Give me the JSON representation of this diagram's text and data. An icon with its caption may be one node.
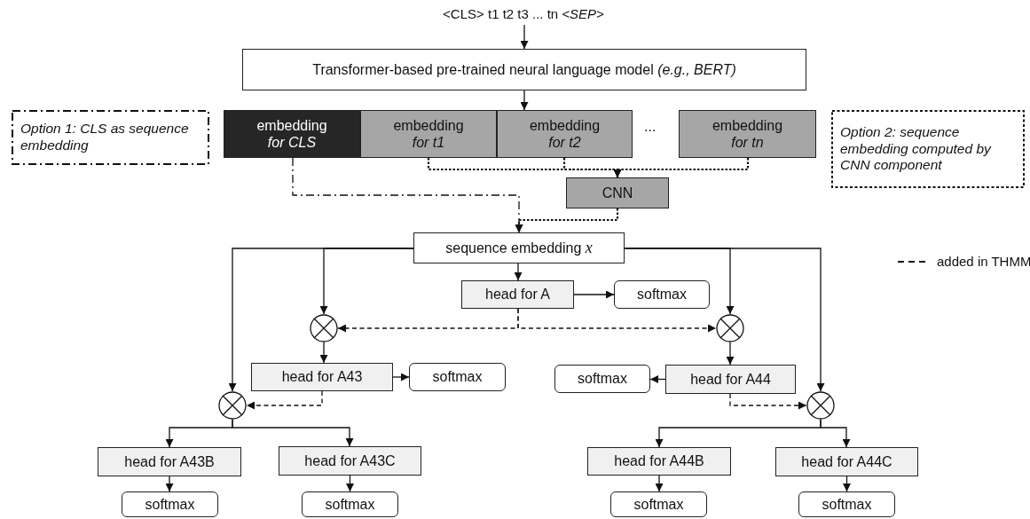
{
  "diagram": {
    "nodes": [
      {
        "text": [
          "<CLS> t1 t2 t3 ... tn *<SEP>*"
        ]
      },
      {
        "text": [
          "Transformer-based pre-trained neural language model *(e.g., BERT)*"
        ]
      },
      {
        "text": [
          "Option 1: CLS as sequence embedding"
        ]
      },
      {
        "text": [
          "embedding *for CLS*"
        ]
      },
      {
        "text": [
          "embedding *for t1*"
        ]
      },
      {
        "text": [
          "embedding *for t2*"
        ]
      },
      {
        "text": [
          "embedding *for tn*"
        ]
      },
      {
        "text": [
          "Option 2: sequence embedding computed by CNN component"
        ]
      },
      {
        "text": [
          "CNN"
        ]
      },
      {
        "text": [
          "sequence embedding *x*"
        ]
      },
      {
        "text": [
          "head for A"
        ]
      },
      {
        "text": [
          "softmax"
        ]
      },
      {
        "text": [],
        "shape": "circle"
      },
      {
        "text": [],
        "shape": "circle"
      },
      {
        "text": [
          "head for A43"
        ]
      },
      {
        "text": [
          "softmax"
        ]
      },
      {
        "text": [
          "softmax"
        ]
      },
      {
        "text": [
          "head for A44"
        ]
      },
      {
        "text": [],
        "shape": "circle"
      },
      {
        "text": [],
        "shape": "circle"
      },
      {
        "text": [
          "head for A43B"
        ]
      },
      {
        "text": [
          "head for A43C"
        ]
      },
      {
        "text": [
          "head for A44B"
        ]
      },
      {
        "text": [
          "head for A44C"
        ]
      },
      {
        "text": [
          "softmax"
        ]
      },
      {
        "text": [
          "softmax"
        ]
      },
      {
        "text": [
          "softmax"
        ]
      },
      {
        "text": [
          "softmax"
        ]
      }
    ],
    "edges": [
      {
        "from": 0,
        "to": 1,
        "arrow": "to"
      },
      {
        "from": 1,
        "to": 5,
        "arrow": "to"
      },
      {
        "from": 3,
        "to": 9,
        "arrow": "to",
        "style": "dashed"
      },
      {
        "from": 4,
        "to": 8,
        "arrow": "to",
        "style": "dashed"
      },
      {
        "from": 5,
        "to": 8,
        "arrow": "to",
        "style": "dashed"
      },
      {
        "from": 6,
        "to": 8,
        "arrow": "to",
        "style": "dashed"
      },
      {
        "from": 8,
        "to": 9,
        "arrow": "to",
        "style": "dashed"
      },
      {
        "from": 9,
        "to": 10,
        "arrow": "to"
      },
      {
        "from": 9,
        "to": 12,
        "arrow": "to"
      },
      {
        "from": 9,
        "to": 18,
        "arrow": "to"
      },
      {
        "from": 9,
        "to": 13,
        "arrow": "to"
      },
      {
        "from": 9,
        "to": 19,
        "arrow": "to"
      },
      {
        "from": 10,
        "to": 11,
        "arrow": "to"
      },
      {
        "from": 10,
        "to": 12,
        "arrow": "to",
        "style": "dashed"
      },
      {
        "from": 10,
        "to": 13,
        "arrow": "to",
        "style": "dashed"
      },
      {
        "from": 12,
        "to": 14,
        "arrow": "to"
      },
      {
        "from": 14,
        "to": 15,
        "arrow": "to"
      },
      {
        "from": 14,
        "to": 18,
        "arrow": "to",
        "style": "dashed"
      },
      {
        "from": 13,
        "to": 17,
        "arrow": "to"
      },
      {
        "from": 17,
        "to": 16,
        "arrow": "to"
      },
      {
        "from": 17,
        "to": 19,
        "arrow": "to",
        "style": "dashed"
      },
      {
        "from": 18,
        "to": 20,
        "arrow": "to"
      },
      {
        "from": 18,
        "to": 21,
        "arrow": "to"
      },
      {
        "from": 19,
        "to": 22,
        "arrow": "to"
      },
      {
        "from": 19,
        "to": 23,
        "arrow": "to"
      },
      {
        "from": 20,
        "to": 24,
        "arrow": "to"
      },
      {
        "from": 21,
        "to": 25,
        "arrow": "to"
      },
      {
        "from": 22,
        "to": 26,
        "arrow": "to"
      },
      {
        "from": 23,
        "to": 27,
        "arrow": "to"
      }
    ],
    "labels": [
      "..."
    ],
    "legend": [
      {
        "text": "added in THMM"
      }
    ]
  }
}
